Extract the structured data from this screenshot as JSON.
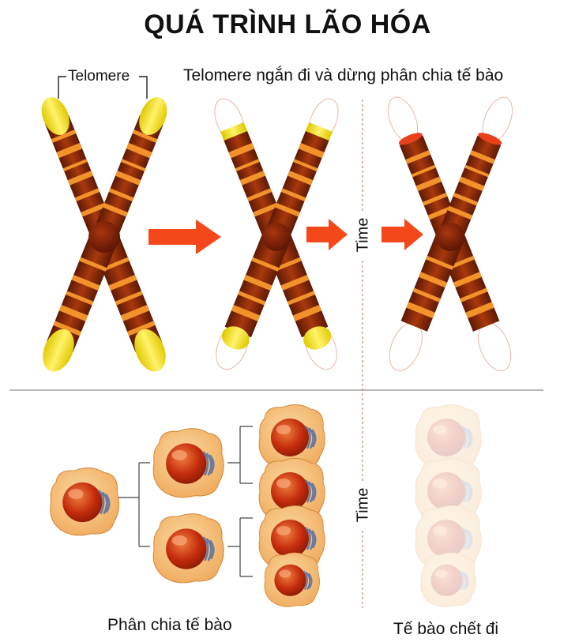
{
  "title": "QUÁ TRÌNH LÃO HÓA",
  "labels": {
    "telomere": "Telomere",
    "subtitle": "Telomere ngắn đi và dừng phân chia tế bào",
    "time_top": "Time",
    "time_bottom": "Time",
    "cell_division": "Phân chia tế bào",
    "cell_death": "Tế bào chết đi"
  },
  "colors": {
    "telomere": "#f4e60a",
    "chromatid": "#8b2a08",
    "band": "#f2922a",
    "centromere": "#7a1e08",
    "arrow": "#f4481a",
    "cell": "#f6c27a",
    "nucleus": "#c83010",
    "shortened_telomere": "#e8401a"
  }
}
